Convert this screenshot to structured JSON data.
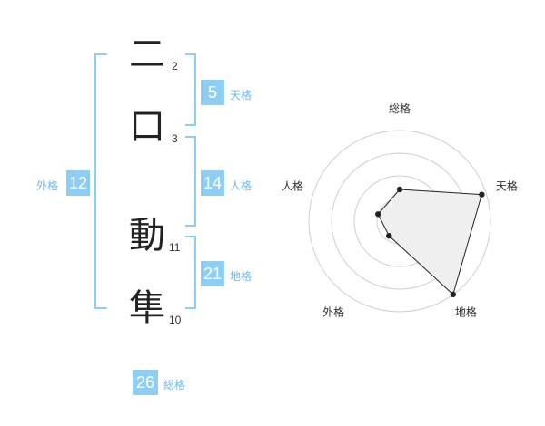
{
  "name": {
    "chars": [
      {
        "char": "二",
        "strokes": "2"
      },
      {
        "char": "口",
        "strokes": "3"
      },
      {
        "char": "動",
        "strokes": "11"
      },
      {
        "char": "隼",
        "strokes": "10"
      }
    ]
  },
  "kaku": {
    "tenkaku": {
      "value": "5",
      "label": "天格"
    },
    "jinkaku": {
      "value": "14",
      "label": "人格"
    },
    "chikaku": {
      "value": "21",
      "label": "地格"
    },
    "gaikaku": {
      "value": "12",
      "label": "外格"
    },
    "soukaku": {
      "value": "26",
      "label": "総格"
    }
  },
  "colors": {
    "accent": "#8fcdf3",
    "label": "#6bbbe8"
  },
  "chart_data": {
    "type": "radar",
    "axes": [
      "総格",
      "天格",
      "地格",
      "外格",
      "人格"
    ],
    "levels": 4,
    "values": [
      0.35,
      0.95,
      1.0,
      0.2,
      0.25
    ]
  }
}
